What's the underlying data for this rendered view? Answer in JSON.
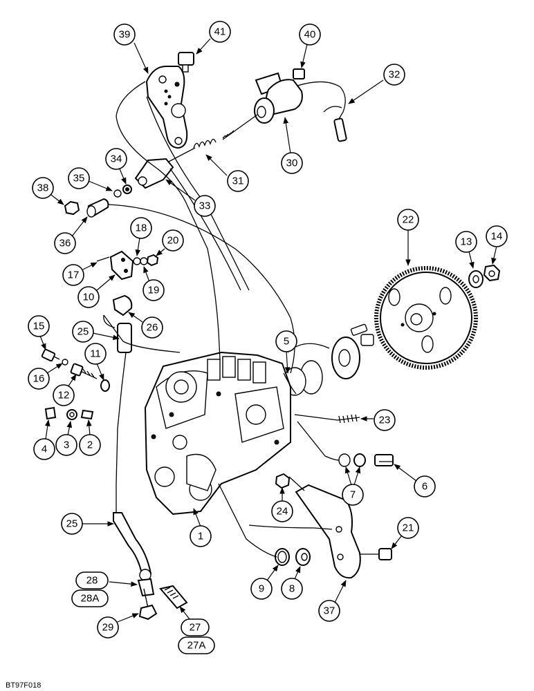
{
  "diagram": {
    "callouts": [
      {
        "id": "39",
        "label": "39"
      },
      {
        "id": "41",
        "label": "41"
      },
      {
        "id": "40",
        "label": "40"
      },
      {
        "id": "32",
        "label": "32"
      },
      {
        "id": "30",
        "label": "30"
      },
      {
        "id": "31",
        "label": "31"
      },
      {
        "id": "33",
        "label": "33"
      },
      {
        "id": "34",
        "label": "34"
      },
      {
        "id": "35",
        "label": "35"
      },
      {
        "id": "38",
        "label": "38"
      },
      {
        "id": "36",
        "label": "36"
      },
      {
        "id": "18",
        "label": "18"
      },
      {
        "id": "20",
        "label": "20"
      },
      {
        "id": "17",
        "label": "17"
      },
      {
        "id": "19",
        "label": "19"
      },
      {
        "id": "10",
        "label": "10"
      },
      {
        "id": "22",
        "label": "22"
      },
      {
        "id": "13",
        "label": "13"
      },
      {
        "id": "14",
        "label": "14"
      },
      {
        "id": "26",
        "label": "26"
      },
      {
        "id": "25a",
        "label": "25"
      },
      {
        "id": "15",
        "label": "15"
      },
      {
        "id": "11",
        "label": "11"
      },
      {
        "id": "16",
        "label": "16"
      },
      {
        "id": "12",
        "label": "12"
      },
      {
        "id": "5",
        "label": "5"
      },
      {
        "id": "4",
        "label": "4"
      },
      {
        "id": "3",
        "label": "3"
      },
      {
        "id": "2",
        "label": "2"
      },
      {
        "id": "23",
        "label": "23"
      },
      {
        "id": "6",
        "label": "6"
      },
      {
        "id": "7",
        "label": "7"
      },
      {
        "id": "24",
        "label": "24"
      },
      {
        "id": "25b",
        "label": "25"
      },
      {
        "id": "1",
        "label": "1"
      },
      {
        "id": "21",
        "label": "21"
      },
      {
        "id": "9",
        "label": "9"
      },
      {
        "id": "8",
        "label": "8"
      },
      {
        "id": "28",
        "label": "28"
      },
      {
        "id": "28A",
        "label": "28A"
      },
      {
        "id": "37",
        "label": "37"
      },
      {
        "id": "29",
        "label": "29"
      },
      {
        "id": "27",
        "label": "27"
      },
      {
        "id": "27A",
        "label": "27A"
      }
    ],
    "figure_code": "BT97F018"
  }
}
